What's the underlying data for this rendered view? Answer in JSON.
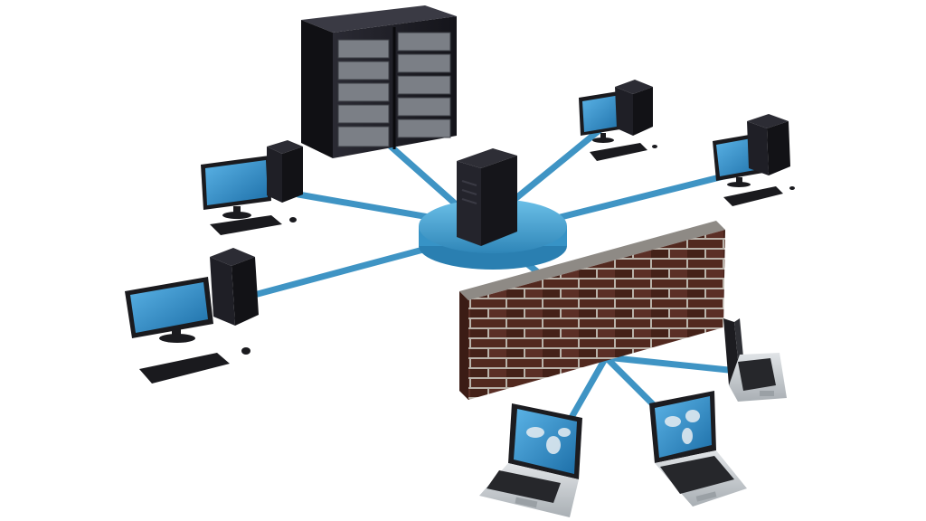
{
  "diagram": {
    "nodes": [
      {
        "id": "server-rack",
        "kind": "rack-server",
        "icon": "server-rack-icon"
      },
      {
        "id": "hub-server",
        "kind": "tower-server",
        "icon": "server-icon"
      },
      {
        "id": "hub",
        "kind": "network-hub",
        "icon": "hub-disc-icon"
      },
      {
        "id": "desktop-left-top",
        "kind": "desktop-computer",
        "icon": "desktop-icon"
      },
      {
        "id": "desktop-left-bottom",
        "kind": "desktop-computer",
        "icon": "desktop-icon"
      },
      {
        "id": "desktop-right-top",
        "kind": "desktop-computer",
        "icon": "desktop-icon"
      },
      {
        "id": "desktop-right-middle",
        "kind": "desktop-computer",
        "icon": "desktop-icon"
      },
      {
        "id": "firewall",
        "kind": "brick-wall",
        "icon": "firewall-icon"
      },
      {
        "id": "laptop-left",
        "kind": "laptop",
        "icon": "laptop-icon"
      },
      {
        "id": "laptop-middle",
        "kind": "laptop",
        "icon": "laptop-icon"
      },
      {
        "id": "laptop-right",
        "kind": "laptop",
        "icon": "laptop-icon"
      }
    ],
    "edges": [
      {
        "from": "hub",
        "to": "server-rack"
      },
      {
        "from": "hub",
        "to": "desktop-left-top"
      },
      {
        "from": "hub",
        "to": "desktop-left-bottom"
      },
      {
        "from": "hub",
        "to": "desktop-right-top"
      },
      {
        "from": "hub",
        "to": "desktop-right-middle"
      },
      {
        "from": "hub",
        "to": "firewall"
      },
      {
        "from": "firewall",
        "to": "laptop-left"
      },
      {
        "from": "firewall",
        "to": "laptop-middle"
      },
      {
        "from": "firewall",
        "to": "laptop-right"
      }
    ],
    "colors": {
      "link": "#3f94c4",
      "hub": "#4aa6d6",
      "screen": "#2f8fd0",
      "device": "#1b1b1f",
      "brick": "#5a2d22",
      "mortar": "#c9c2b8",
      "laptop_body": "#c7ccd0"
    }
  }
}
